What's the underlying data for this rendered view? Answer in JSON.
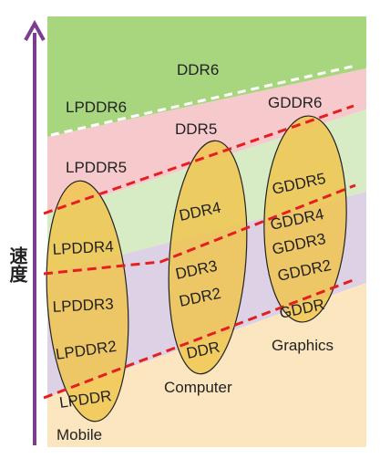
{
  "axis": {
    "y_label": "速度"
  },
  "bands": {
    "top": "DDR6",
    "lpddr6": "LPDDR6",
    "ddr5": "DDR5",
    "lpddr5": "LPDDR5",
    "gddr6": "GDDR6"
  },
  "groups": {
    "mobile": {
      "caption": "Mobile",
      "items": [
        "LPDDR4",
        "LPDDR3",
        "LPDDR2",
        "LPDDR"
      ]
    },
    "computer": {
      "caption": "Computer",
      "items": [
        "DDR4",
        "DDR3",
        "DDR2",
        "DDR"
      ]
    },
    "graphics": {
      "caption": "Graphics",
      "items": [
        "GDDR5",
        "GDDR4",
        "GDDR3",
        "GDDR2",
        "GDDR"
      ]
    }
  },
  "colors": {
    "axis": "#7a3d8f",
    "band_green_top": "#a8d67e",
    "band_pink": "#f6c9cc",
    "band_green_light": "#d7ecc4",
    "band_lavender": "#ddd2e5",
    "band_cream": "#fbe6c0",
    "ellipse_fill": "#f0c550",
    "dash_red": "#e41f1f"
  }
}
